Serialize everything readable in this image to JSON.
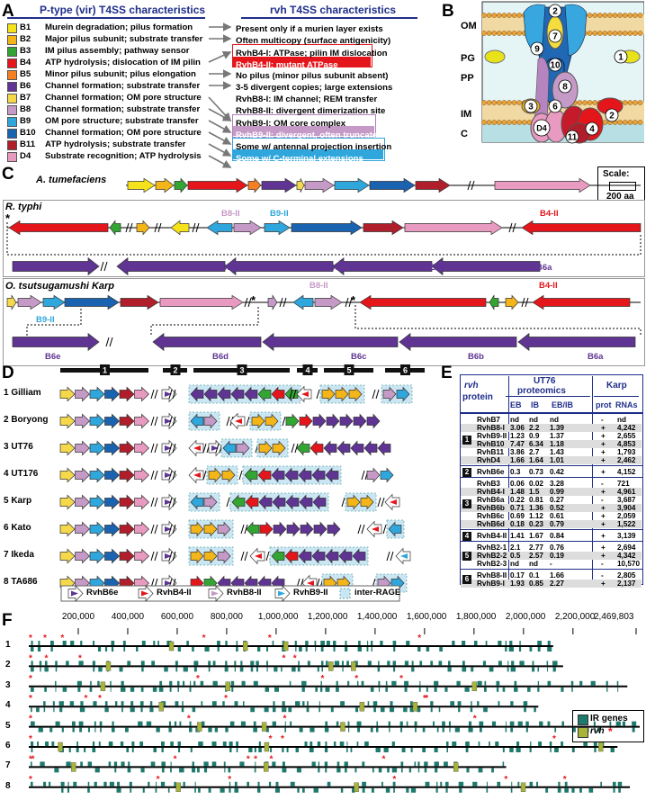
{
  "panels": {
    "a": "A",
    "b": "B",
    "c": "C",
    "d": "D",
    "e": "E",
    "f": "F"
  },
  "colors": {
    "B1": "#f5e21b",
    "B2": "#f3b518",
    "B3": "#33a532",
    "B4": "#e4161b",
    "B5": "#f57f22",
    "B6": "#5f3493",
    "B7": "#f6d94a",
    "B8": "#c59ac7",
    "B9": "#2fa6dc",
    "B10": "#1a63b0",
    "B11": "#b01e2b",
    "D4": "#e99ac0",
    "interrage": "#cbe6f3",
    "ir": "#1f7a6e",
    "rvh": "#a7b437"
  },
  "panelA": {
    "left_header": "P-type (vir) T4SS characteristics",
    "right_header": "rvh T4SS characteristics",
    "rows": [
      {
        "name": "B1",
        "desc": "Murein degradation; pilus formation",
        "rvh": "Present only if a murien layer exists"
      },
      {
        "name": "B2",
        "desc": "Major pilus subunit; substrate transfer",
        "rvh": "Often multicopy (surface antigenicity)"
      },
      {
        "name": "B3",
        "desc": "IM pilus assembly; pathway sensor",
        "rvh": "RvhB4-I: ATPase; pilin IM dislocation"
      },
      {
        "name": "B4",
        "desc": "ATP hydrolysis; dislocation of IM pilin",
        "rvh": "RvhB4-II: mutant ATPase"
      },
      {
        "name": "B5",
        "desc": "Minor pilus subunit; pilus elongation",
        "rvh": "No pilus (minor pilus subunit absent)"
      },
      {
        "name": "B6",
        "desc": "Channel formation; substrate transfer",
        "rvh": "3-5 divergent copies; large extensions"
      },
      {
        "name": "B7",
        "desc": "Channel formation; OM pore structure",
        "rvh": "RvhB8-I: IM channel; REM transfer"
      },
      {
        "name": "B8",
        "desc": "Channel formation; substrate transfer",
        "rvh": "RvhB8-II: divergent dimerization site"
      },
      {
        "name": "B9",
        "desc": "OM pore structure; substrate transfer",
        "rvh": "RvhB9-I: OM core complex"
      },
      {
        "name": "B10",
        "desc": "Channel formation; OM pore structure",
        "rvh": "RvhB9-II: divergent, often truncated"
      },
      {
        "name": "B11",
        "desc": "ATP hydrolysis; substrate transfer",
        "rvh": "Some w/ antennal projection insertion"
      },
      {
        "name": "D4",
        "desc": "Substrate recognition; ATP hydrolysis",
        "rvh": "Some w/ C-terminal extensions"
      }
    ]
  },
  "panelB": {
    "layers": [
      "OM",
      "PG",
      "PP",
      "IM",
      "C"
    ],
    "labels": [
      "2",
      "7",
      "9",
      "1",
      "10",
      "8",
      "3",
      "6",
      "2",
      "4",
      "D4",
      "11"
    ]
  },
  "panelC": {
    "org1": "A. tumefaciens",
    "org2": "R. typhi",
    "org3": "O. tsutsugamushi Karp",
    "scale_title": "Scale:",
    "scale_value": "200 aa",
    "b8ii": "B8-II",
    "b9ii": "B9-II",
    "b4ii": "B4-II",
    "b6": [
      "B6e",
      "B6d",
      "B6c",
      "B6b",
      "B6a"
    ],
    "star": "*"
  },
  "panelD": {
    "blocks": [
      "1",
      "2",
      "3",
      "4",
      "5",
      "6"
    ],
    "strains": [
      "1 Gilliam",
      "2 Boryong",
      "3 UT76",
      "4 UT176",
      "5 Karp",
      "6 Kato",
      "7 Ikeda",
      "8 TA686"
    ],
    "legend": [
      "RvhB6e",
      "RvhB4-II",
      "RvhB8-II",
      "RvhB9-II",
      "inter-RAGE"
    ]
  },
  "panelE": {
    "h_rvh": "rvh",
    "h_protein": "protein",
    "h_ut76": "UT76",
    "h_proteomics": "proteomics",
    "h_karp": "Karp",
    "cols": [
      "EB",
      "IB",
      "EB/IB",
      "prot",
      "RNAs"
    ],
    "groups": [
      {
        "id": "1",
        "rows": [
          [
            "RvhB7",
            "nd",
            "nd",
            "nd",
            "-",
            "nd"
          ],
          [
            "RvhB8-I",
            "3.06",
            "2.2",
            "1.39",
            "+",
            "4,242"
          ],
          [
            "RvhB9-II",
            "1.23",
            "0.9",
            "1.37",
            "+",
            "2,655"
          ],
          [
            "RvhB10",
            "7.47",
            "6.34",
            "1.18",
            "+",
            "4,853"
          ],
          [
            "RvhB11",
            "3.86",
            "2.7",
            "1.43",
            "+",
            "1,793"
          ],
          [
            "RvhD4",
            "1.66",
            "1.64",
            "1.01",
            "+",
            "2,462"
          ]
        ]
      },
      {
        "id": "2",
        "rows": [
          [
            "RvhB6e",
            "0.3",
            "0.73",
            "0.42",
            "+",
            "4,152"
          ]
        ]
      },
      {
        "id": "3",
        "rows": [
          [
            "RvhB3",
            "0.06",
            "0.02",
            "3.28",
            "-",
            "721"
          ],
          [
            "RvhB4-I",
            "1.48",
            "1.5",
            "0.99",
            "+",
            "4,961"
          ],
          [
            "RvhB6a",
            "0.22",
            "0.81",
            "0.27",
            "-",
            "3,687"
          ],
          [
            "RvhB6b",
            "0.71",
            "1.36",
            "0.52",
            "+",
            "3,904"
          ],
          [
            "RvhB6c",
            "0.69",
            "1.12",
            "0.61",
            "+",
            "2,059"
          ],
          [
            "RvhB6d",
            "0.18",
            "0.23",
            "0.79",
            "+",
            "1,522"
          ]
        ]
      },
      {
        "id": "4",
        "rows": [
          [
            "RvhB4-II",
            "1.41",
            "1.67",
            "0.84",
            "+",
            "3,139"
          ]
        ]
      },
      {
        "id": "5",
        "rows": [
          [
            "RvhB2-1",
            "2.1",
            "2.77",
            "0.76",
            "+",
            "2,694"
          ],
          [
            "RvhB2-2",
            "0.5",
            "2.57",
            "0.19",
            "+",
            "4,342"
          ],
          [
            "RvhB2-3",
            "nd",
            "nd",
            "-",
            "-",
            "10,570"
          ]
        ]
      },
      {
        "id": "6",
        "rows": [
          [
            "RvhB8-II",
            "0.17",
            "0.1",
            "1.66",
            "-",
            "2,805"
          ],
          [
            "RvhB9-I",
            "1.93",
            "0.85",
            "2.27",
            "+",
            "2,137"
          ]
        ]
      }
    ]
  },
  "panelF": {
    "ticks": [
      "200,000",
      "400,000",
      "600,000",
      "800,000",
      "1,000,000",
      "1,200,000",
      "1,400,000",
      "1,600,000",
      "1,800,000",
      "2,000,000",
      "2,200,000"
    ],
    "end": "2,469,803",
    "rows": [
      "1",
      "2",
      "3",
      "4",
      "5",
      "6",
      "7",
      "8"
    ],
    "legend_ir": "IR genes",
    "legend_rvh": "rvh",
    "star": "*"
  }
}
